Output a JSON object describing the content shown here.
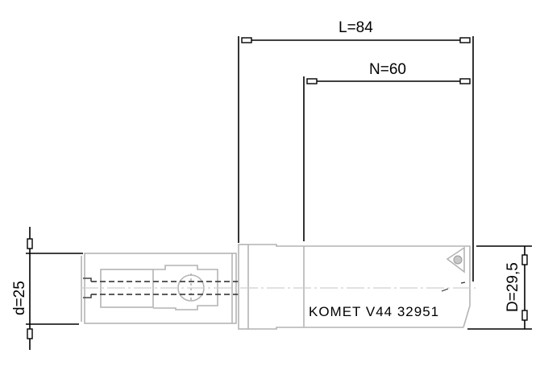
{
  "drawing": {
    "type": "boring bar technical drawing",
    "dimensions": {
      "L": {
        "label": "L=84",
        "value": 84
      },
      "N": {
        "label": "N=60",
        "value": 60
      },
      "d": {
        "label": "d=25",
        "value": 25
      },
      "D": {
        "label": "D=29,5",
        "value": "29,5"
      }
    },
    "part_label": "KOMET V44 32951",
    "colors": {
      "dimension_lines": "#000000",
      "part_outline": "#b4b4b4",
      "hidden_lines": "#444444",
      "background": "#ffffff"
    }
  }
}
